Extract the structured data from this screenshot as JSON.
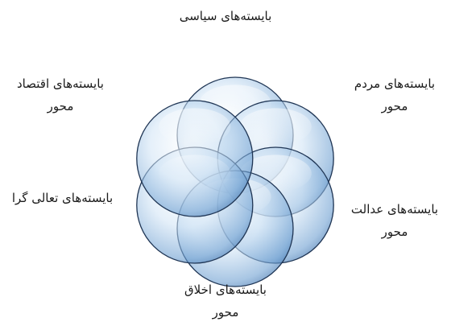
{
  "diagram": {
    "circles": [
      {
        "label": "بایسته‌های سیاسی"
      },
      {
        "label": "بایسته‌های مردم محور"
      },
      {
        "label": "بایسته‌های عدالت محور"
      },
      {
        "label": "بایسته‌های اخلاق محور"
      },
      {
        "label": "بایسته‌های تعالی گرا"
      },
      {
        "label": "بایسته‌های اقتصاد محور"
      }
    ],
    "labels": {
      "top": {
        "line1": "بایسته‌های سیاسی"
      },
      "upper_right": {
        "line1": "بایسته‌های مردم",
        "line2": "محور"
      },
      "lower_right": {
        "line1": "بایسته‌های عدالت",
        "line2": "محور"
      },
      "bottom": {
        "line1": "بایسته‌های اخلاق",
        "line2": "محور"
      },
      "lower_left": {
        "line1": "بایسته‌های تعالی گرا"
      },
      "upper_left": {
        "line1": "بایسته‌های اقتصاد",
        "line2": "محور"
      }
    },
    "colors": {
      "fill_light": "#e4f1fb",
      "fill_dark": "#6d9fd1",
      "stroke": "#1f3554"
    }
  }
}
